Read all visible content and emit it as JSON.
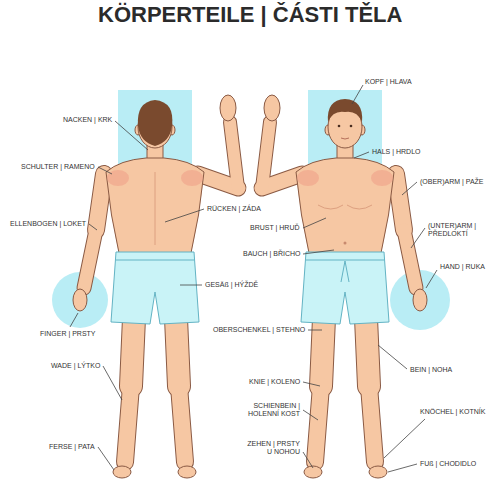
{
  "diagram": {
    "title": "KÖRPERTEILE | ČÁSTI TĚLA",
    "labels": [
      "NACKEN | KRK",
      "KOPF | HLAVA",
      "HALS | HRDLO",
      "SCHULTER | RAMENO",
      "(OBER)ARM | PAŽE",
      "RÜCKEN | ZÁDA",
      "BRUST | HRUĎ",
      "ELLENBOGEN | LOKET",
      "(UNTER)ARM | PŘEDLOKTÍ",
      "BAUCH | BŘICHO",
      "HAND | RUKA",
      "GESÄß | HÝŽDĚ",
      "FINGER | PRSTY",
      "OBERSCHENKEL | STEHNO",
      "WADE | LÝTKO",
      "BEIN | NOHA",
      "KNIE | KOLENO",
      "SCHIENBEIN | HOLENNÍ KOST",
      "KNÖCHEL | KOTNÍK",
      "FERSE | PATA",
      "ZEHEN | PRSTY U NOHOU",
      "FUß | CHODIDLO"
    ]
  }
}
